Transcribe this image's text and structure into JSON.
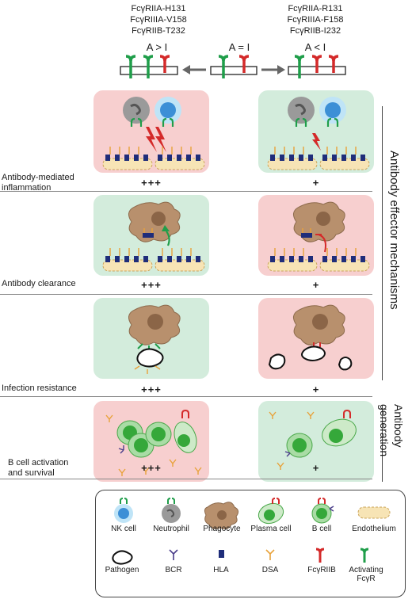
{
  "header": {
    "left_alleles": [
      "FcγRIIA-H131",
      "FcγRIIIA-V158",
      "FcγRIIB-T232"
    ],
    "right_alleles": [
      "FcγRIIA-R131",
      "FcγRIIIA-F158",
      "FcγRIIB-I232"
    ],
    "left_ratio": "A > I",
    "center_ratio": "A = I",
    "right_ratio": "A < I"
  },
  "rows": [
    {
      "label": "Antibody-mediated inflammation",
      "left_score": "+++",
      "right_score": "+"
    },
    {
      "label": "Antibody clearance",
      "left_score": "+++",
      "right_score": "+"
    },
    {
      "label": "Infection resistance",
      "left_score": "+++",
      "right_score": "+"
    },
    {
      "label": "B cell activation and survival",
      "left_score": "+++",
      "right_score": "+"
    }
  ],
  "side_labels": {
    "effector": "Antibody effector mechanisms",
    "generation": "Antibody generation"
  },
  "legend": {
    "row1": [
      "NK cell",
      "Neutrophil",
      "Phagocyte",
      "Plasma cell",
      "B cell",
      "Endothelium"
    ],
    "row2": [
      "Pathogen",
      "BCR",
      "HLA",
      "DSA",
      "FcγRIIB",
      "Activating FcγR"
    ]
  },
  "colors": {
    "pink_panel": "#f7cfcf",
    "green_panel": "#d3ecdc",
    "activating_receptor": "#1f9e4a",
    "inhibitory_receptor": "#d42a2a",
    "phagocyte": "#b8906d",
    "hla": "#1f2d7a",
    "dsa": "#e8a23a"
  }
}
